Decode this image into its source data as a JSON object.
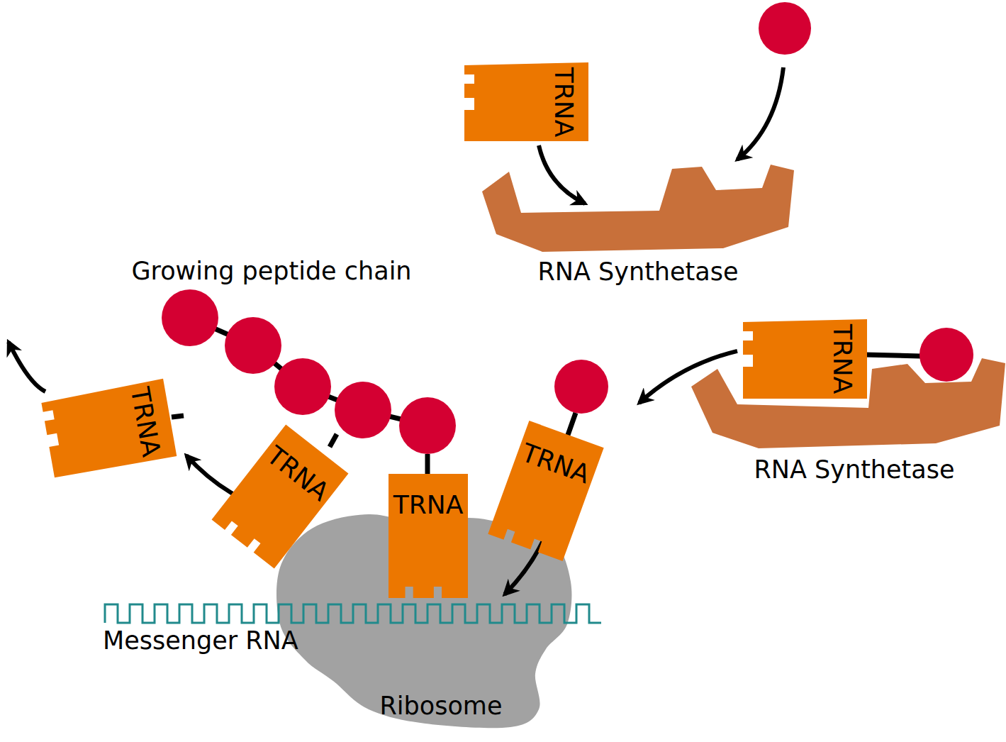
{
  "diagram": {
    "nodes": [
      {
        "text": [
          "TRNA"
        ]
      },
      {
        "text": [
          "RNA Synthetase"
        ]
      },
      {
        "text": [
          "TRNA"
        ]
      },
      {
        "text": [
          "RNA Synthetase"
        ]
      },
      {
        "text": [
          "TRNA"
        ]
      },
      {
        "text": [
          "TRNA"
        ]
      },
      {
        "text": [
          "TRNA"
        ]
      },
      {
        "text": [
          "TRNA"
        ]
      },
      {
        "text": [
          "Ribosome"
        ]
      }
    ],
    "edges": [
      {
        "from": 0,
        "to": 1,
        "arrow": "to"
      },
      {
        "from": 2,
        "to": 7,
        "arrow": "to"
      },
      {
        "from": 7,
        "to": 8,
        "arrow": "to"
      },
      {
        "from": 5,
        "to": 4,
        "arrow": "to"
      }
    ],
    "labels": [
      "Growing peptide chain",
      "Messenger RNA"
    ]
  }
}
